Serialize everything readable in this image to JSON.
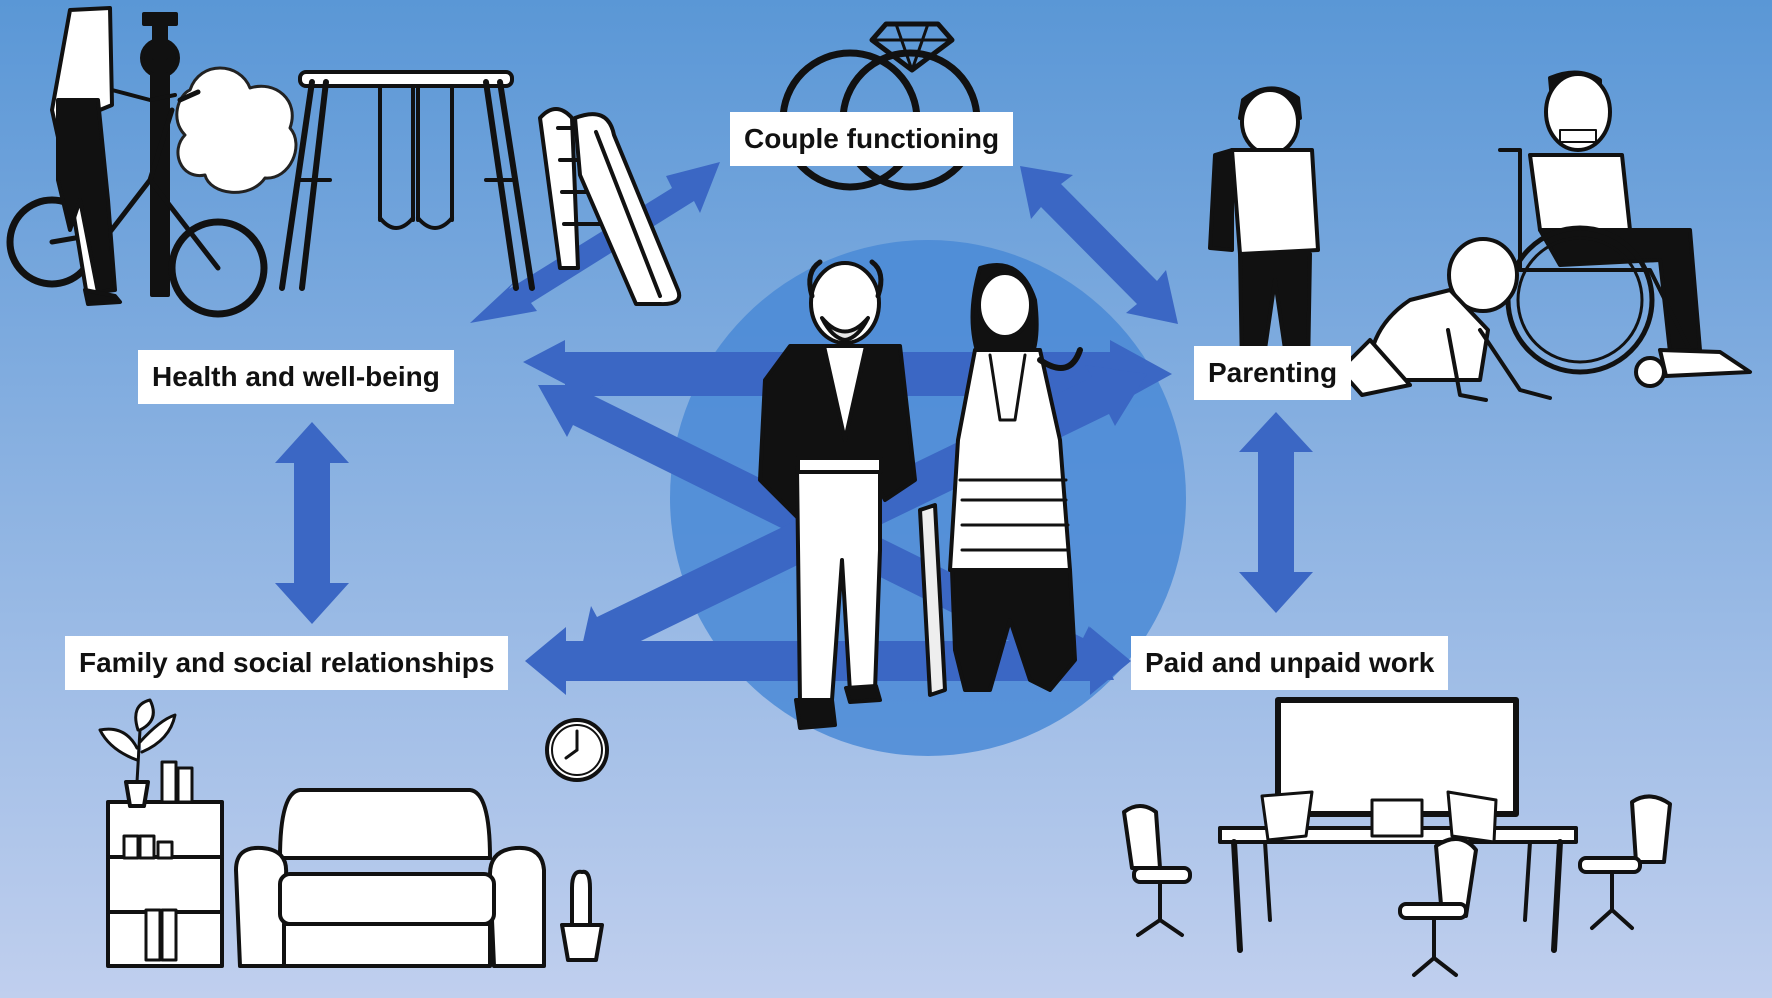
{
  "nodes": {
    "couple_functioning": "Couple functioning",
    "health": "Health and well-being",
    "parenting": "Parenting",
    "family": "Family and social relationships",
    "work": "Paid and unpaid work"
  },
  "colors": {
    "background_top": "#5a97d6",
    "background_bottom": "#c0cfee",
    "center_circle": "#4a8ad6",
    "arrow": "#3b67c4",
    "label_background": "#ffffff",
    "label_text": "#111111"
  },
  "illustrations": [
    "cyclist-icon",
    "swing-set-icon",
    "slide-icon",
    "wedding-rings-icon",
    "older-couple-icon",
    "schoolboy-icon",
    "wheelchair-man-icon",
    "crawling-baby-icon",
    "bookshelf-icon",
    "houseplant-icon",
    "sofa-icon",
    "wall-clock-icon",
    "cactus-icon",
    "office-desk-icon",
    "laptop-icon",
    "whiteboard-icon",
    "office-chair-icon"
  ]
}
